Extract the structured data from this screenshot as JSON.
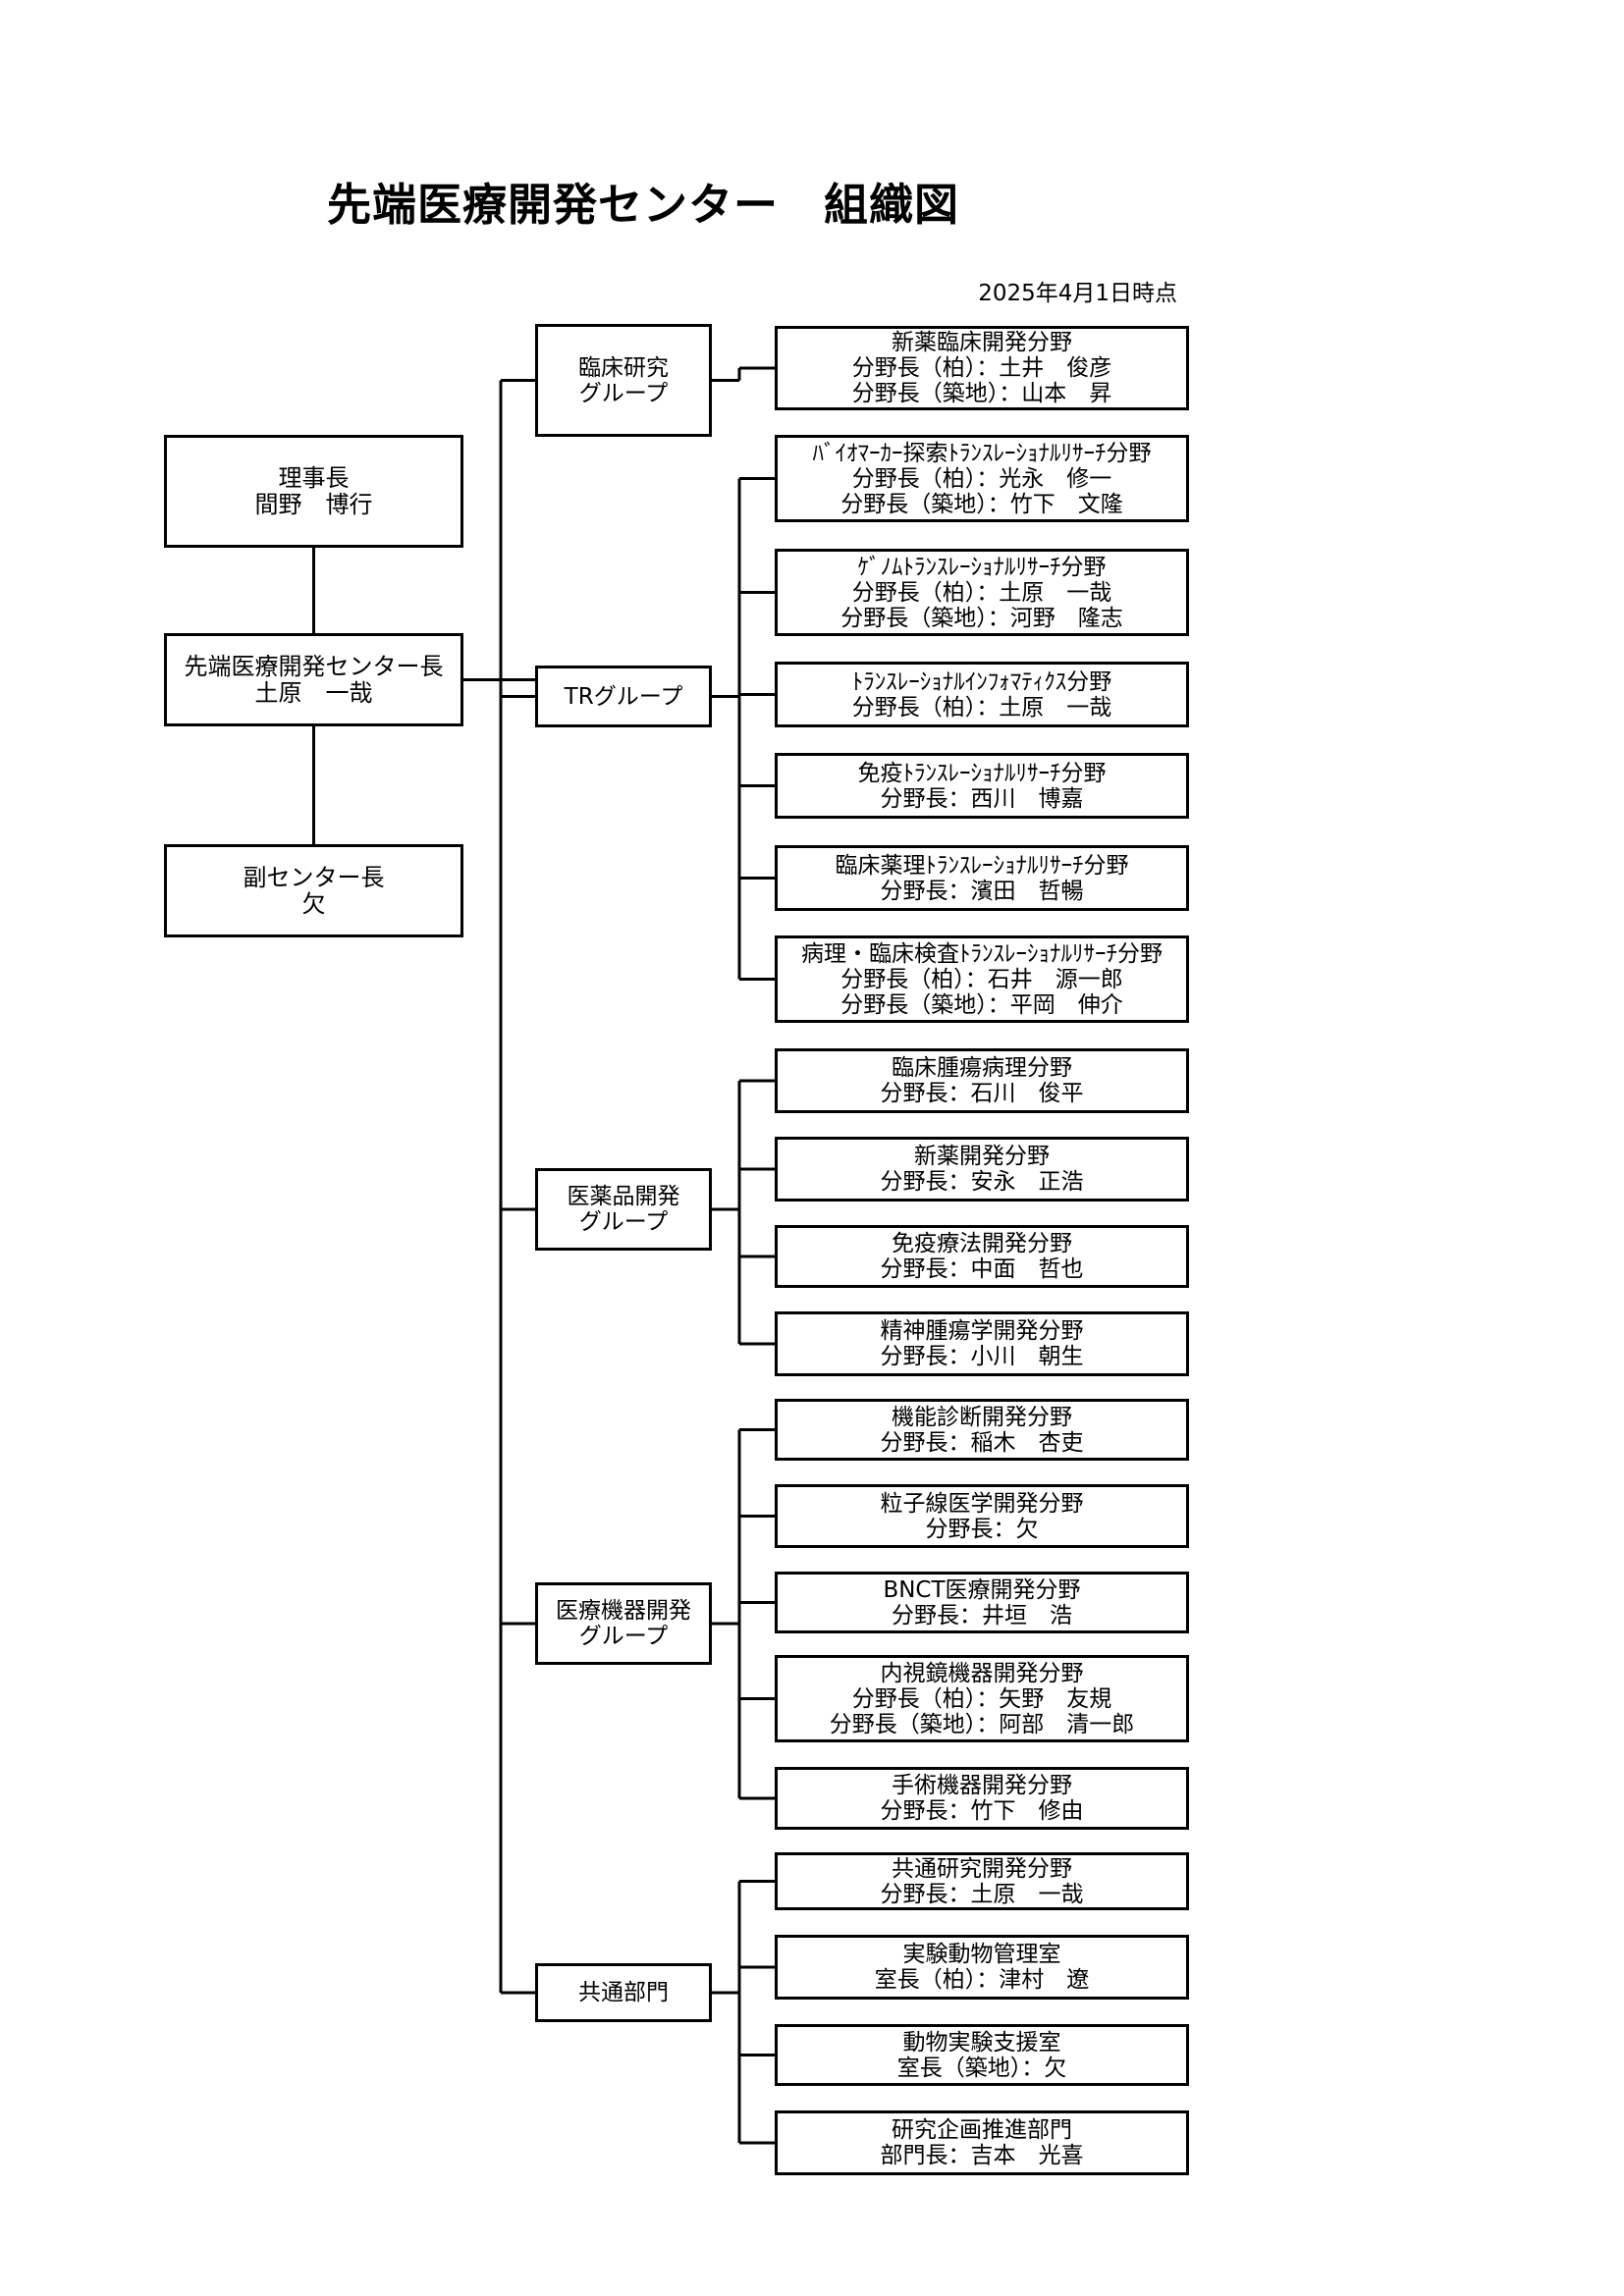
{
  "title": "先端医療開発センター　組織図",
  "date": "2025年4月1日時点",
  "left_chain": [
    {
      "lines": [
        "理事長",
        "間野　博行"
      ]
    },
    {
      "lines": [
        "先端医療開発センター長",
        "土原　一哉"
      ]
    },
    {
      "lines": [
        "副センター長",
        "欠"
      ]
    }
  ],
  "groups": [
    {
      "lines": [
        "臨床研究",
        "グループ"
      ],
      "units": [
        {
          "lines": [
            "新薬臨床開発分野",
            "分野長（柏）：土井　俊彦",
            "分野長（築地）：山本　昇"
          ]
        }
      ]
    },
    {
      "lines": [
        "TRグループ"
      ],
      "units": [
        {
          "lines": [
            "ﾊﾞｲｵﾏｰｶｰ探索ﾄﾗﾝｽﾚｰｼｮﾅﾙﾘｻｰﾁ分野",
            "分野長（柏）：光永　修一",
            "分野長（築地）：竹下　文隆"
          ]
        },
        {
          "lines": [
            "ｹﾞﾉﾑﾄﾗﾝｽﾚｰｼｮﾅﾙﾘｻｰﾁ分野",
            "分野長（柏）：土原　一哉",
            "分野長（築地）：河野　隆志"
          ]
        },
        {
          "lines": [
            "ﾄﾗﾝｽﾚｰｼｮﾅﾙｲﾝﾌｫﾏﾃｨｸｽ分野",
            "分野長（柏）：土原　一哉"
          ]
        },
        {
          "lines": [
            "免疫ﾄﾗﾝｽﾚｰｼｮﾅﾙﾘｻｰﾁ分野",
            "分野長：西川　博嘉"
          ]
        },
        {
          "lines": [
            "臨床薬理ﾄﾗﾝｽﾚｰｼｮﾅﾙﾘｻｰﾁ分野",
            "分野長：濱田　哲暢"
          ]
        },
        {
          "lines": [
            "病理・臨床検査ﾄﾗﾝｽﾚｰｼｮﾅﾙﾘｻｰﾁ分野",
            "分野長（柏）：石井　源一郎",
            "分野長（築地）：平岡　伸介"
          ]
        }
      ]
    },
    {
      "lines": [
        "医薬品開発",
        "グループ"
      ],
      "units": [
        {
          "lines": [
            "臨床腫瘍病理分野",
            "分野長：石川　俊平"
          ]
        },
        {
          "lines": [
            "新薬開発分野",
            "分野長：安永　正浩"
          ]
        },
        {
          "lines": [
            "免疫療法開発分野",
            "分野長：中面　哲也"
          ]
        },
        {
          "lines": [
            "精神腫瘍学開発分野",
            "分野長：小川　朝生"
          ]
        }
      ]
    },
    {
      "lines": [
        "医療機器開発",
        "グループ"
      ],
      "units": [
        {
          "lines": [
            "機能診断開発分野",
            "分野長：稲木　杏吏"
          ]
        },
        {
          "lines": [
            "粒子線医学開発分野",
            "分野長：欠"
          ]
        },
        {
          "lines": [
            "BNCT医療開発分野",
            "分野長：井垣　浩"
          ]
        },
        {
          "lines": [
            "内視鏡機器開発分野",
            "分野長（柏）：矢野　友規",
            "分野長（築地）：阿部　清一郎"
          ]
        },
        {
          "lines": [
            "手術機器開発分野",
            "分野長：竹下　修由"
          ]
        }
      ]
    },
    {
      "lines": [
        "共通部門"
      ],
      "units": [
        {
          "lines": [
            "共通研究開発分野",
            "分野長：土原　一哉"
          ]
        },
        {
          "lines": [
            "実験動物管理室",
            "室長（柏）：津村　遼"
          ]
        },
        {
          "lines": [
            "動物実験支援室",
            "室長（築地）：欠"
          ]
        },
        {
          "lines": [
            "研究企画推進部門",
            "部門長：吉本　光喜"
          ]
        }
      ]
    }
  ]
}
